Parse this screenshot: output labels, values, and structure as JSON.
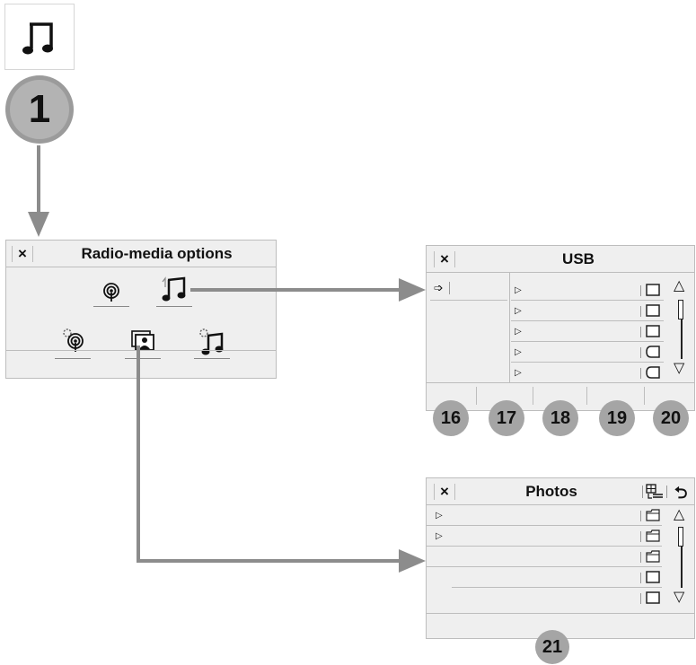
{
  "top_icon": {
    "icon": "music-note-icon"
  },
  "step_badge": {
    "label": "1"
  },
  "radio_panel": {
    "close_label": "×",
    "title": "Radio-media options",
    "icons": [
      "radio-icon",
      "music-icon",
      "radio-settings-icon",
      "photos-icon",
      "music-settings-icon"
    ]
  },
  "usb_panel": {
    "close_label": "×",
    "title": "USB",
    "back_icon": "➩",
    "rows": [
      {
        "play": "▷",
        "icon": "square-icon"
      },
      {
        "play": "▷",
        "icon": "square-icon"
      },
      {
        "play": "▷",
        "icon": "square-icon"
      },
      {
        "play": "▷",
        "icon": "folder-tab-icon"
      },
      {
        "play": "▷",
        "icon": "folder-tab-icon"
      }
    ],
    "scroll_up": "△",
    "scroll_down": "▽",
    "badges": [
      "16",
      "17",
      "18",
      "19",
      "20"
    ]
  },
  "photos_panel": {
    "close_label": "×",
    "title": "Photos",
    "return_icon": "⮌",
    "rows": [
      {
        "play": "▷",
        "icon": "folder-icon"
      },
      {
        "play": "▷",
        "icon": "folder-icon"
      },
      {
        "play": "",
        "icon": "folder-icon"
      },
      {
        "play": "",
        "icon": "square-icon"
      },
      {
        "play": "",
        "icon": "square-icon"
      }
    ],
    "scroll_up": "△",
    "scroll_down": "▽",
    "badge": "21"
  }
}
